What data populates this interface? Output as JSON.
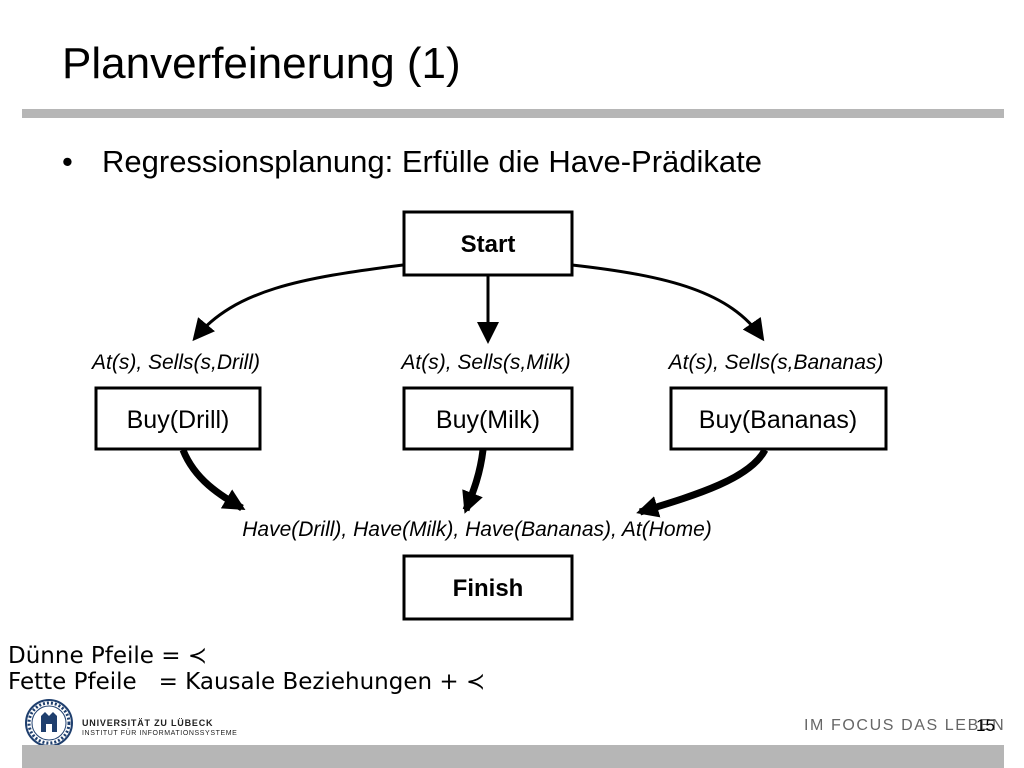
{
  "slide": {
    "title": "Planverfeinerung (1)",
    "bullet_marker": "•",
    "bullet_text": "Regressionsplanung: Erfülle die Have-Prädikate"
  },
  "diagram": {
    "start_label": "Start",
    "finish_label": "Finish",
    "actions": [
      {
        "label": "Buy(Drill)",
        "preconditions": "At(s), Sells(s,Drill)"
      },
      {
        "label": "Buy(Milk)",
        "preconditions": "At(s), Sells(s,Milk)"
      },
      {
        "label": "Buy(Bananas)",
        "preconditions": "At(s), Sells(s,Bananas)"
      }
    ],
    "goal_conditions": "Have(Drill), Have(Milk), Have(Bananas), At(Home)"
  },
  "legend": {
    "line1": "Dünne Pfeile = ≺",
    "line2": "Fette Pfeile   = Kausale Beziehungen + ≺"
  },
  "footer": {
    "university": "UNIVERSITÄT ZU LÜBECK",
    "institute": "INSTITUT FÜR INFORMATIONSSYSTEME",
    "slogan": "IM FOCUS DAS LEBEN",
    "page_number": "15"
  },
  "colors": {
    "rule_gray": "#b6b6b6",
    "logo_blue": "#1f3f6e",
    "slogan_gray": "#666666"
  },
  "icons": {
    "logo": "university-seal-icon"
  }
}
